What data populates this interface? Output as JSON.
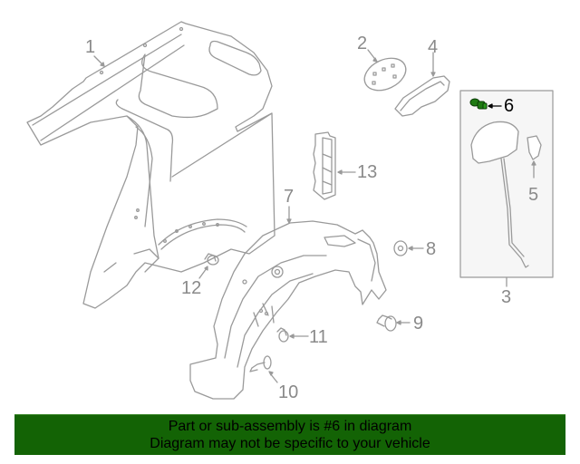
{
  "diagram": {
    "title": "Quarter panel and fuel door parts diagram",
    "highlighted_part": "6",
    "highlight_color": "#1e7a12",
    "line_color": "#9a9a9a",
    "callouts": [
      {
        "id": "1",
        "label": "1",
        "part": "quarter-panel"
      },
      {
        "id": "2",
        "label": "2",
        "part": "emblem-plate"
      },
      {
        "id": "3",
        "label": "3",
        "part": "fuel-door-assembly"
      },
      {
        "id": "4",
        "label": "4",
        "part": "fuel-door-housing"
      },
      {
        "id": "5",
        "label": "5",
        "part": "fuel-door-actuator"
      },
      {
        "id": "6",
        "label": "6",
        "part": "fuel-door-clip"
      },
      {
        "id": "7",
        "label": "7",
        "part": "wheel-well-liner"
      },
      {
        "id": "8",
        "label": "8",
        "part": "plug"
      },
      {
        "id": "9",
        "label": "9",
        "part": "push-pin-clip"
      },
      {
        "id": "10",
        "label": "10",
        "part": "screw"
      },
      {
        "id": "11",
        "label": "11",
        "part": "retainer"
      },
      {
        "id": "12",
        "label": "12",
        "part": "push-pin"
      },
      {
        "id": "13",
        "label": "13",
        "part": "pressure-vent"
      }
    ]
  },
  "banner": {
    "line1": "Part or sub-assembly is #6 in diagram",
    "line2": "Diagram may not be specific to your vehicle",
    "background": "#136305"
  }
}
